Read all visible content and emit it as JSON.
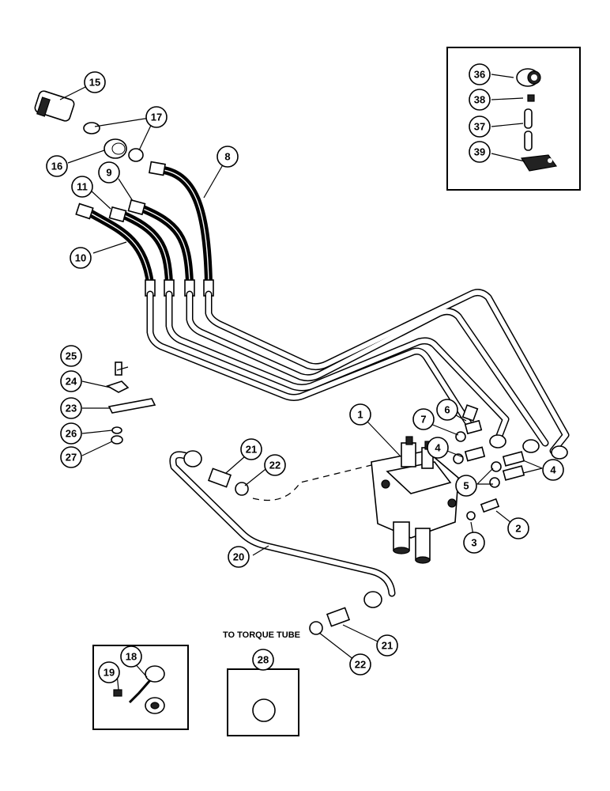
{
  "note": "TO TORQUE TUBE",
  "callouts": {
    "c1": "1",
    "c2": "2",
    "c3": "3",
    "c4a": "4",
    "c4b": "4",
    "c5": "5",
    "c6": "6",
    "c7": "7",
    "c8": "8",
    "c9": "9",
    "c10": "10",
    "c11": "11",
    "c15": "15",
    "c16": "16",
    "c17": "17",
    "c18": "18",
    "c19": "19",
    "c20": "20",
    "c21a": "21",
    "c21b": "21",
    "c22a": "22",
    "c22b": "22",
    "c23": "23",
    "c24": "24",
    "c25": "25",
    "c26": "26",
    "c27": "27",
    "c28": "28",
    "c36": "36",
    "c37": "37",
    "c38": "38",
    "c39": "39"
  }
}
